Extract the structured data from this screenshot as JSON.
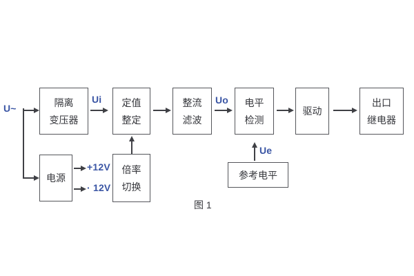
{
  "figure": {
    "caption": "图 1"
  },
  "colors": {
    "line": "#3f4045",
    "accent": "#3a55a4",
    "ink": "#35363b",
    "box-border": "#54555a",
    "background": "#ffffff"
  },
  "labels": {
    "input": "U~",
    "ui": "Ui",
    "uo": "Uo",
    "ue": "Ue",
    "plus12v": "+12V",
    "minus12v": "· 12V"
  },
  "boxes": [
    {
      "name": "isolation-transformer",
      "lines": [
        "隔离",
        "变压器"
      ]
    },
    {
      "name": "setting-adjust",
      "lines": [
        "定值",
        "整定"
      ]
    },
    {
      "name": "rectifier-filter",
      "lines": [
        "整流",
        "滤波"
      ]
    },
    {
      "name": "level-detection",
      "lines": [
        "电平",
        "检测"
      ]
    },
    {
      "name": "drive",
      "lines": [
        "驱动"
      ]
    },
    {
      "name": "output-relay",
      "lines": [
        "出口",
        "继电器"
      ]
    },
    {
      "name": "power-supply",
      "lines": [
        "电源"
      ]
    },
    {
      "name": "ratio-switch",
      "lines": [
        "倍率",
        "切换"
      ]
    },
    {
      "name": "reference-level",
      "lines": [
        "参考电平"
      ]
    }
  ]
}
